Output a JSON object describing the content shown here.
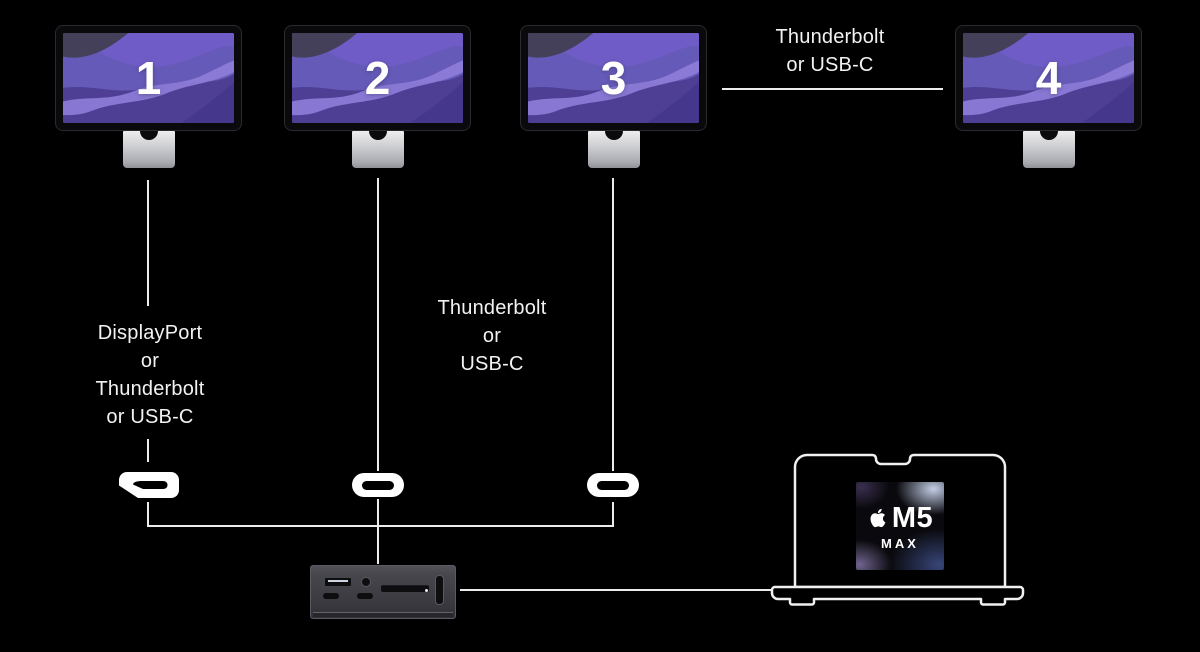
{
  "scene": {
    "background": "#000000",
    "line_color": "#ececec",
    "text_color": "#f2f2f4",
    "description": "Diagram of four external displays connected through a Thunderbolt dock to a MacBook Pro with M5 Max"
  },
  "displays": [
    {
      "label": "1"
    },
    {
      "label": "2"
    },
    {
      "label": "3"
    },
    {
      "label": "4"
    }
  ],
  "connection_labels": {
    "display1": "DisplayPort\nor\nThunderbolt\nor USB-C",
    "display2": "Thunderbolt\nor\nUSB-C",
    "display4": "Thunderbolt\nor USB-C"
  },
  "chip_badge": {
    "chip": "M5",
    "variant": "MAX"
  },
  "devices": {
    "dock": "thunderbolt-dock",
    "laptop": "macbook-pro"
  },
  "wallpaper_colors": {
    "base": "#655ab8",
    "top_right": "#6f5cc6",
    "light_band": "#8f7dd9",
    "dark_bottom": "#4e3f94",
    "dark_corner": "#454059",
    "dark_bottom_right": "#44368a"
  }
}
